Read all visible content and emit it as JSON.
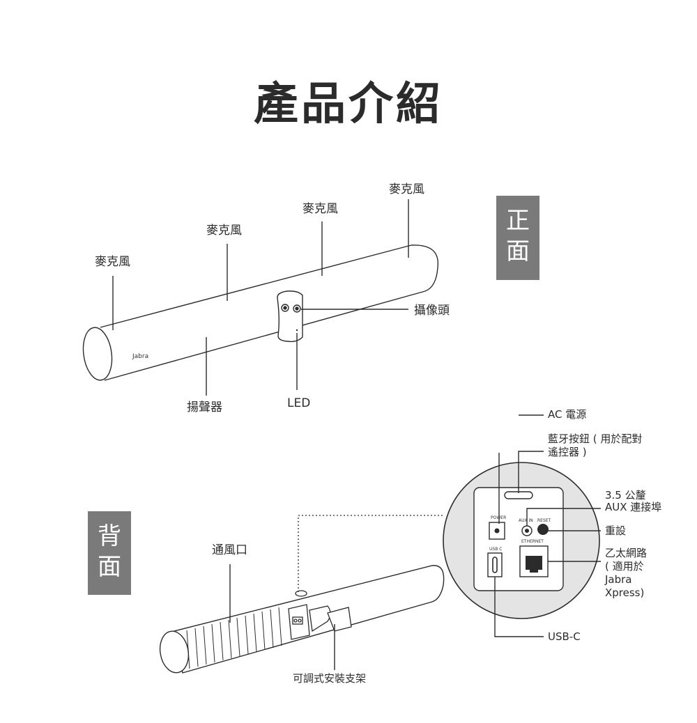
{
  "title": "產品介紹",
  "front": {
    "badge": [
      "正",
      "面"
    ],
    "labels": {
      "mic1": "麥克風",
      "mic2": "麥克風",
      "mic3": "麥克風",
      "mic4": "麥克風",
      "camera": "攝像頭",
      "speaker": "揚聲器",
      "led": "LED"
    },
    "brand": "Jabra"
  },
  "back": {
    "badge": [
      "背",
      "面"
    ],
    "labels": {
      "vent": "通風口",
      "mount": "可調式安裝支架",
      "ac_power": "AC 電源",
      "bt_line1": "藍牙按鈕 ( 用於配對",
      "bt_line2": "遙控器 )",
      "aux_line1": "3.5 公釐",
      "aux_line2": "AUX 連接埠",
      "reset": "重設",
      "eth_line1": "乙太網路",
      "eth_line2": "( 適用於",
      "eth_line3": "Jabra",
      "eth_line4": "Xpress)",
      "usbc": "USB-C"
    },
    "panel": {
      "power": "POWER",
      "aux_in": "AUX IN",
      "reset": "RESET",
      "usb_c": "USB C",
      "ethernet": "ETHERNET"
    }
  }
}
